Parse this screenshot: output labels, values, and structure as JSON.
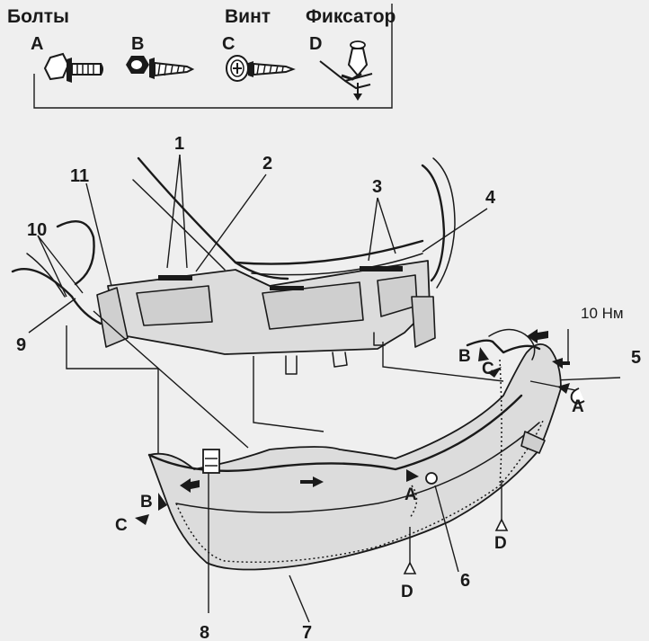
{
  "legend": {
    "bolts_title": "Болты",
    "screw_title": "Винт",
    "clip_title": "Фиксатор",
    "fasteners": [
      {
        "letter": "A",
        "icon": "flange-bolt-icon"
      },
      {
        "letter": "B",
        "icon": "hex-tapping-bolt-icon"
      },
      {
        "letter": "C",
        "icon": "washer-screw-icon"
      },
      {
        "letter": "D",
        "icon": "push-clip-icon"
      }
    ]
  },
  "callouts": {
    "n1": "1",
    "n2": "2",
    "n3": "3",
    "n4": "4",
    "n5": "5",
    "n6": "6",
    "n7": "7",
    "n8": "8",
    "n9": "9",
    "n10": "10",
    "n11": "11"
  },
  "letters": {
    "A": "A",
    "B": "B",
    "C": "C",
    "D": "D"
  },
  "torque": "10 Нм",
  "colors": {
    "ink": "#1a1a1a",
    "paper": "#efefef",
    "part_fill": "#dcdcdc"
  }
}
